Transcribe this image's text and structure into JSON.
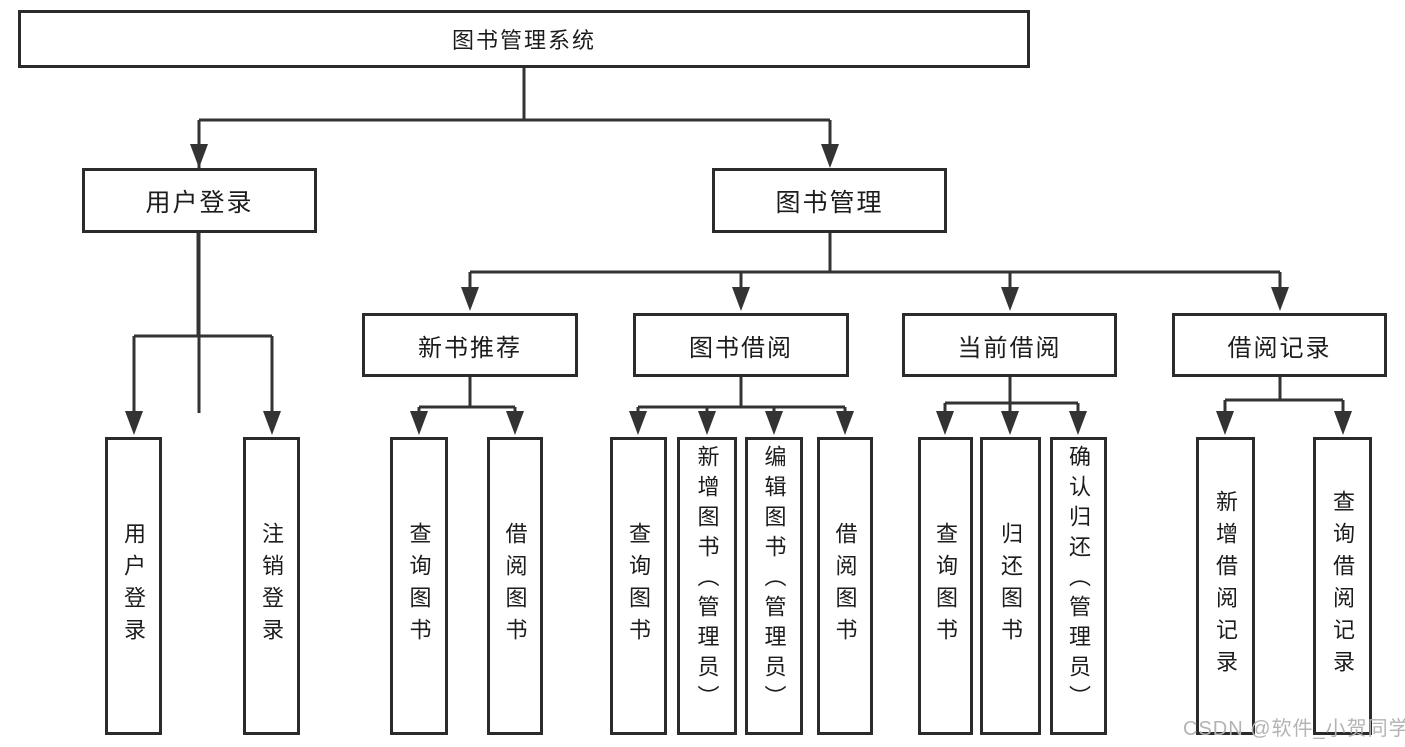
{
  "diagram": {
    "root": {
      "label": "图书管理系统"
    },
    "level2": {
      "user_login": {
        "label": "用户登录"
      },
      "book_mgmt": {
        "label": "图书管理"
      }
    },
    "level3": {
      "new_books": {
        "label": "新书推荐"
      },
      "book_borrow": {
        "label": "图书借阅"
      },
      "current_borrow": {
        "label": "当前借阅"
      },
      "borrow_records": {
        "label": "借阅记录"
      }
    },
    "leaves": {
      "login": "用户登录",
      "logout": "注销登录",
      "nb_query": "查询图书",
      "nb_borrow": "借阅图书",
      "bb_query": "查询图书",
      "bb_add": "新增图书（管理员）",
      "bb_edit": "编辑图书（管理员）",
      "bb_borrow": "借阅图书",
      "cb_query": "查询图书",
      "cb_return": "归还图书",
      "cb_confirm": "确认归还（管理员）",
      "br_add": "新增借阅记录",
      "br_query": "查询借阅记录"
    }
  },
  "watermark": "CSDN @软件_小贺同学",
  "colors": {
    "box_border": "#2b2b2b",
    "connector": "#333333",
    "text": "#1c1c1c",
    "watermark": "#b4b4b4",
    "background": "#ffffff"
  }
}
